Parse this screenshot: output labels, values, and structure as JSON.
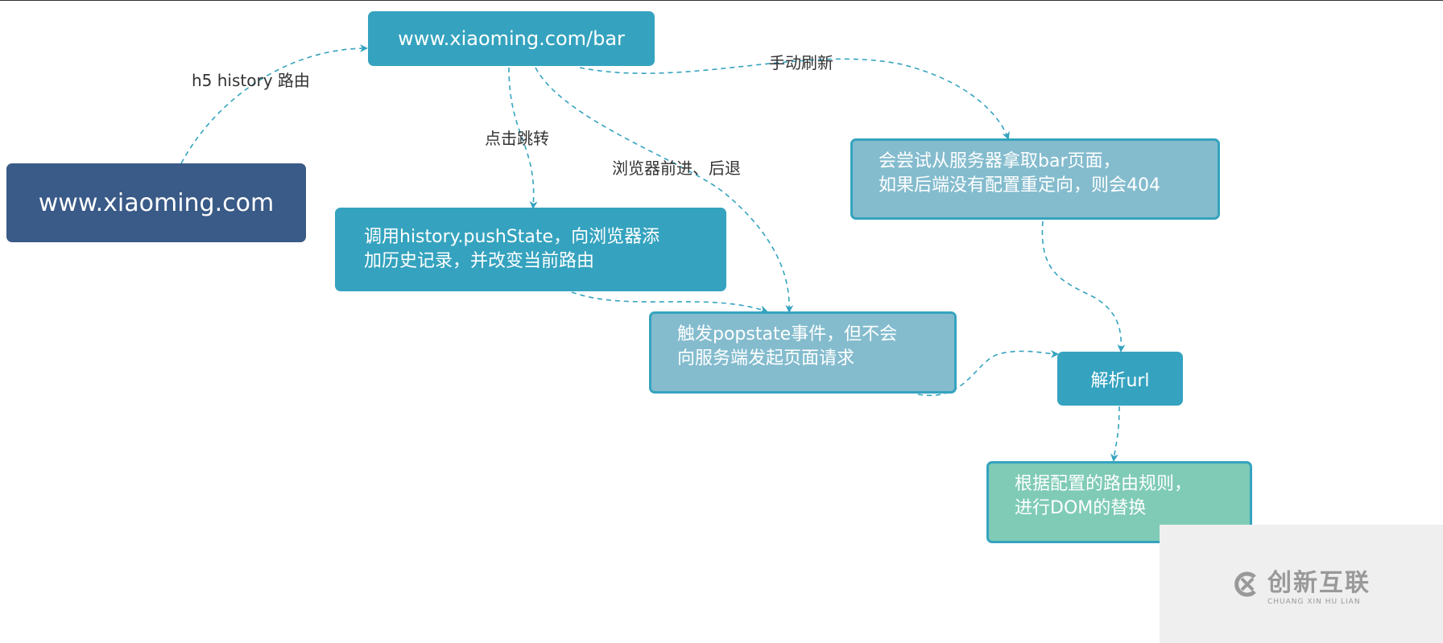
{
  "colors": {
    "primary": "#35a3bf",
    "dark": "#3a5a87",
    "light": "#84bcce",
    "green": "#7fcbb6",
    "arrow": "#35a3bf"
  },
  "nodes": {
    "home": "www.xiaoming.com",
    "bar": "www.xiaoming.com/bar",
    "push_state": "调用history.pushState，向浏览器添\n加历史记录，并改变当前路由",
    "popstate": "触发popstate事件，但不会\n向服务端发起页面请求",
    "server": "会尝试从服务器拿取bar页面，\n如果后端没有配置重定向，则会404",
    "parse_url": "解析url",
    "replace_dom": "根据配置的路由规则，\n进行DOM的替换"
  },
  "edge_labels": {
    "h5_history": "h5 history 路由",
    "click": "点击跳转",
    "forward_back": "浏览器前进、后退",
    "refresh": "手动刷新"
  },
  "watermark": {
    "cn": "创新互联",
    "en": "CHUANG XIN HU LIAN"
  }
}
